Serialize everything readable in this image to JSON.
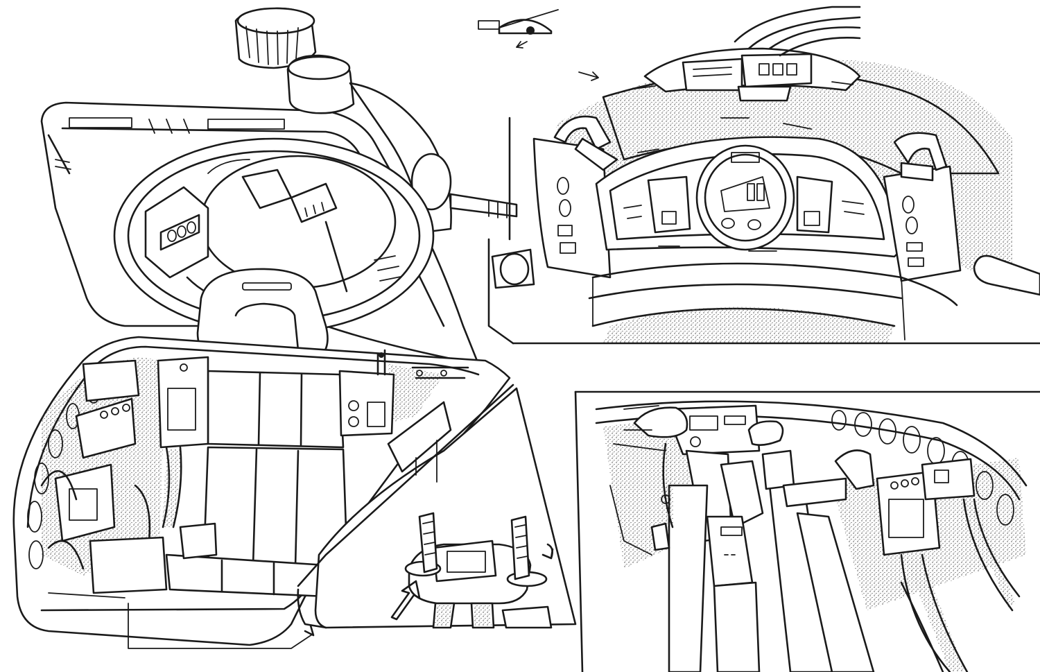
{
  "sheet": {
    "style": "line-art",
    "colors": {
      "ink": "#1a1a1a",
      "paper": "#ffffff",
      "tone": "#3a3a3a"
    }
  },
  "panels": [
    {
      "name": "open-cockpit-hatch-view",
      "icon": "cockpit-seat-icon"
    },
    {
      "name": "front-console-view",
      "icon": "dashboard-icon"
    },
    {
      "name": "interior-rear-view",
      "icon": "interior-icon"
    },
    {
      "name": "control-sticks-detail",
      "icon": "joystick-icon"
    },
    {
      "name": "orientation-thumbnail",
      "icon": "orientation-icon"
    }
  ]
}
